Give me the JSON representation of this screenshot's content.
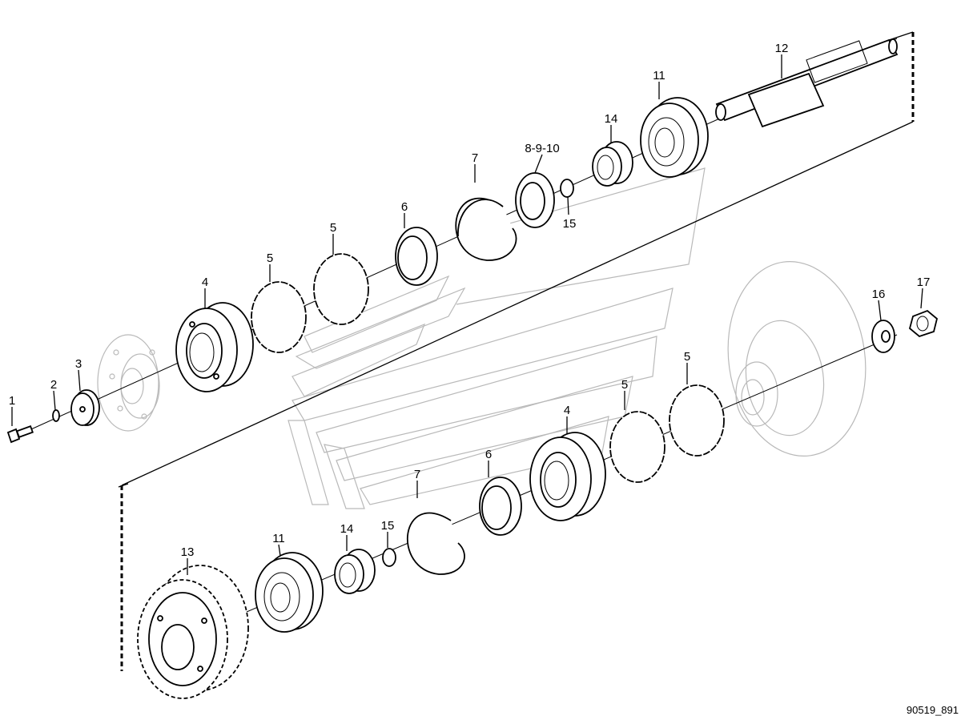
{
  "callouts": {
    "upper": [
      "1",
      "2",
      "3",
      "4",
      "5",
      "5",
      "6",
      "7",
      "8-9-10",
      "15",
      "14",
      "11",
      "12",
      "16",
      "17"
    ],
    "lower": [
      "13",
      "11",
      "14",
      "15",
      "7",
      "6",
      "4",
      "5",
      "5"
    ]
  },
  "drawing_code": "90519_891"
}
